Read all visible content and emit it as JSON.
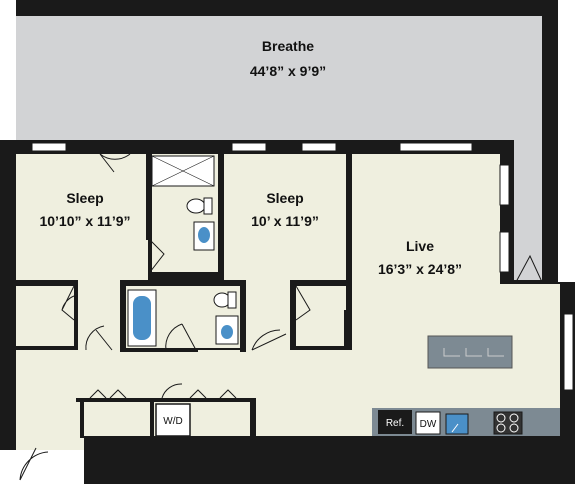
{
  "rooms": {
    "breathe": {
      "name": "Breathe",
      "dims": "44’8” x 9’9”"
    },
    "sleep1": {
      "name": "Sleep",
      "dims": "10’10” x 11’9”"
    },
    "sleep2": {
      "name": "Sleep",
      "dims": "10’ x 11’9”"
    },
    "live": {
      "name": "Live",
      "dims": "16’3” x 24’8”"
    }
  },
  "appliances": {
    "washer_dryer": "W/D",
    "refrigerator": "Ref.",
    "dishwasher": "DW"
  },
  "colors": {
    "wall": "#1a1a1a",
    "floor": "#efefdf",
    "balcony": "#d2d3d5",
    "fixture_water": "#4a90c8",
    "counter": "#7d8a93"
  }
}
